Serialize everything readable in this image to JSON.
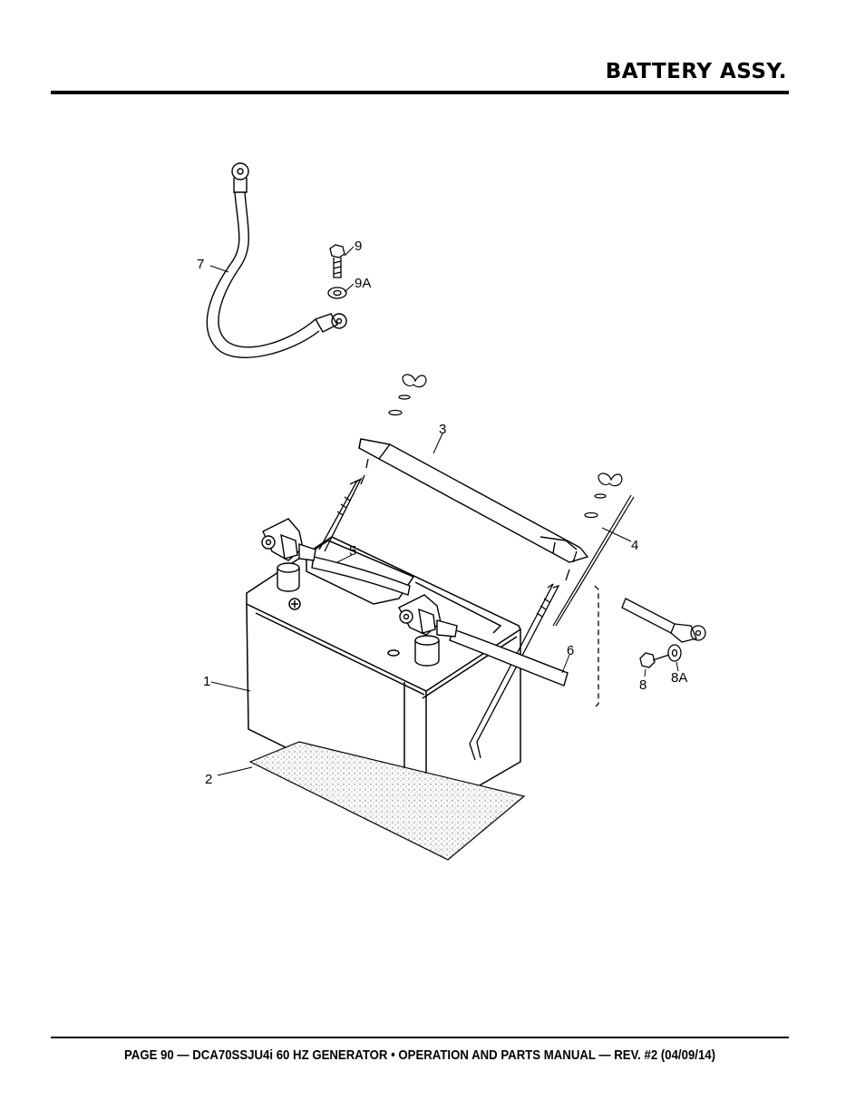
{
  "header": {
    "title": "BATTERY ASSY."
  },
  "diagram": {
    "callouts": {
      "c1": "1",
      "c2": "2",
      "c3": "3",
      "c4": "4",
      "c5": "5",
      "c6": "6",
      "c7": "7",
      "c8": "8",
      "c8a": "8A",
      "c9": "9",
      "c9a": "9A"
    }
  },
  "footer": {
    "text": "PAGE 90 — DCA70SSJU4i 60 HZ GENERATOR • OPERATION AND PARTS MANUAL — REV. #2 (04/09/14)"
  }
}
